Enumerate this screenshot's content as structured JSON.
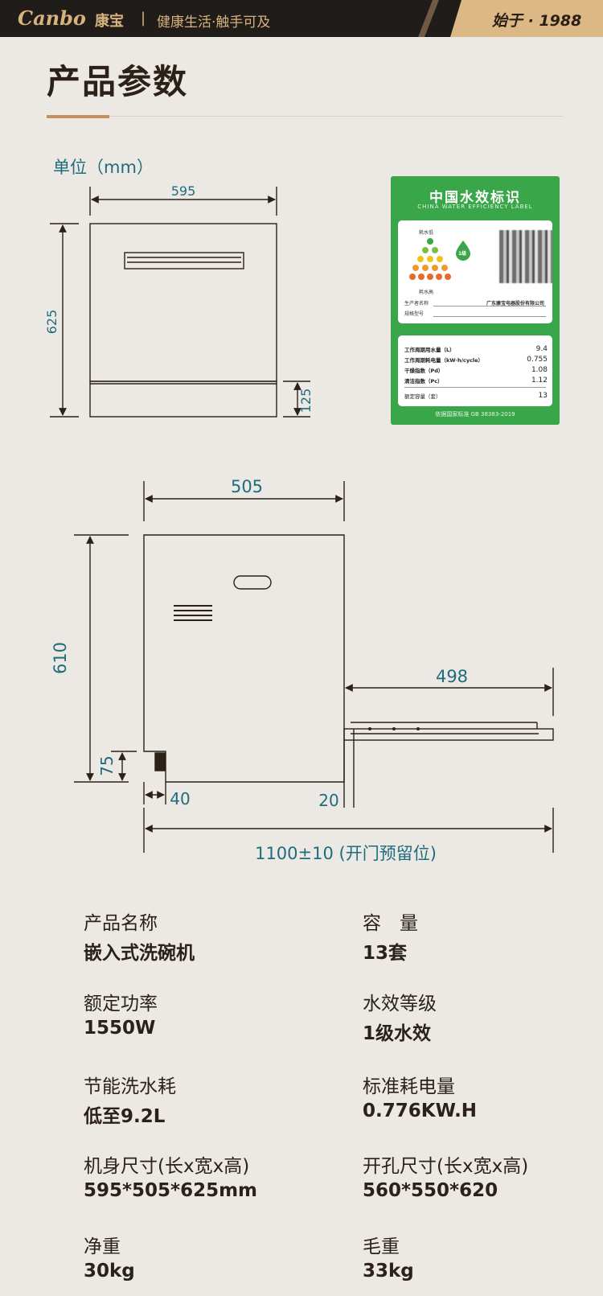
{
  "header": {
    "brand_en": "Canbo",
    "brand_cn": "康宝",
    "separator": "|",
    "slogan": "健康生活·触手可及",
    "since": "始于 · 1988"
  },
  "page_title": "产品参数",
  "unit_label": "单位（mm）",
  "drawing_front": {
    "width": "595",
    "height": "625",
    "base_height": "125"
  },
  "drawing_side": {
    "depth": "505",
    "height": "610",
    "door_open": "498",
    "foot_height": "75",
    "rear_gap": "40",
    "front_gap": "20",
    "total": "1100±10 (开门预留位)"
  },
  "water_label": {
    "title": "中国水效标识",
    "subtitle": "CHINA WATER EFFICIENCY LABEL",
    "low_text": "耗水低",
    "high_text": "耗水高",
    "grade": "1级",
    "maker_key": "生产者名称",
    "maker_val": "广东康宝电器股份有限公司",
    "model_key": "规格型号",
    "rows": [
      {
        "key": "工作周期用水量（L）",
        "value": "9.4"
      },
      {
        "key": "工作周期耗电量（kW·h/cycle）",
        "value": "0.755"
      },
      {
        "key": "干燥指数（Pd）",
        "value": "1.08"
      },
      {
        "key": "清洁指数（Pc）",
        "value": "1.12"
      },
      {
        "key": "额定容量（套）",
        "value": "13"
      }
    ],
    "footer": "依据国家标准 GB 38383-2019"
  },
  "specs": [
    {
      "key": "产品名称",
      "value": "嵌入式洗碗机"
    },
    {
      "key": "容　量",
      "value": "13套"
    },
    {
      "key": "额定功率",
      "value": "1550W"
    },
    {
      "key": "水效等级",
      "value": "1级水效"
    },
    {
      "key": "节能洗水耗",
      "value": "低至9.2L"
    },
    {
      "key": "标准耗电量",
      "value": "0.776KW.H"
    },
    {
      "key": "机身尺寸(长x宽x高)",
      "value": "595*505*625mm"
    },
    {
      "key": "开孔尺寸(长x宽x高)",
      "value": "560*550*620"
    },
    {
      "key": "净重",
      "value": "30kg"
    },
    {
      "key": "毛重",
      "value": "33kg"
    }
  ],
  "colors": {
    "accent_gold": "#dcb885",
    "dimension_teal": "#1e6c7c",
    "label_green": "#3aa64a"
  }
}
